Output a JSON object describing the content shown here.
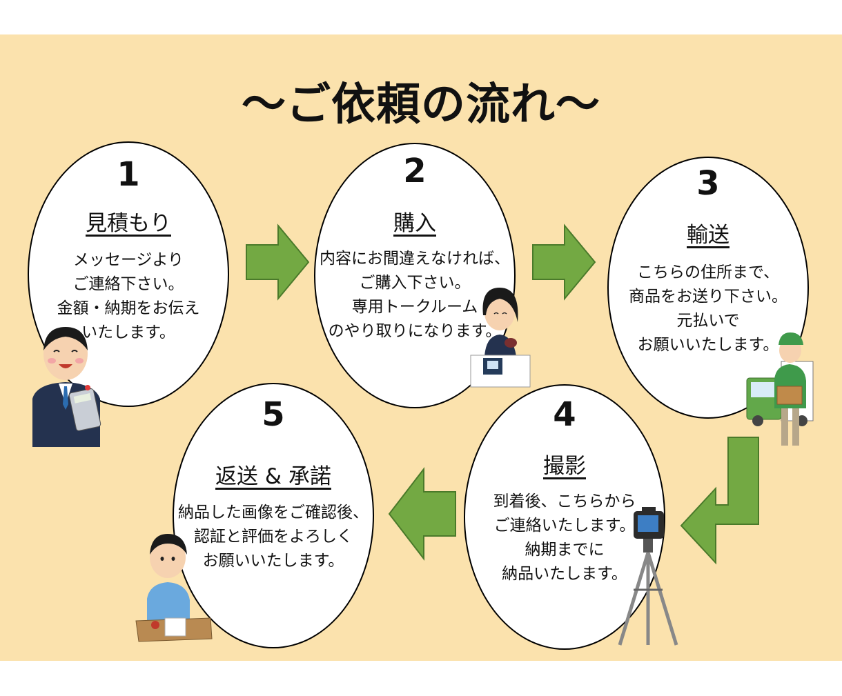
{
  "title": "～ご依頼の流れ～",
  "steps": [
    {
      "number": "1",
      "heading": "見積もり",
      "lines": [
        "メッセージより",
        "ご連絡下さい。",
        "金額・納期をお伝え",
        "いたします。"
      ]
    },
    {
      "number": "2",
      "heading": "購入",
      "lines": [
        "内容にお間違えなければ、",
        "ご購入下さい。",
        "専用トークルーム",
        "のやり取りになります。"
      ]
    },
    {
      "number": "3",
      "heading": "輸送",
      "lines": [
        "こちらの住所まで、",
        "商品をお送り下さい。",
        "元払いで",
        "お願いいたします。"
      ]
    },
    {
      "number": "4",
      "heading": "撮影",
      "lines": [
        "到着後、こちらから",
        "ご連絡いたします。",
        "納期までに",
        "納品いたします。"
      ]
    },
    {
      "number": "5",
      "heading": "返送 & 承諾",
      "lines": [
        "納品した画像をご確認後、",
        "認証と評価をよろしく",
        "お願いいたします。"
      ]
    }
  ],
  "colors": {
    "background": "#fbe2ad",
    "arrow_fill": "#73a943",
    "arrow_stroke": "#4a7a2a",
    "circle": "#ffffff"
  }
}
